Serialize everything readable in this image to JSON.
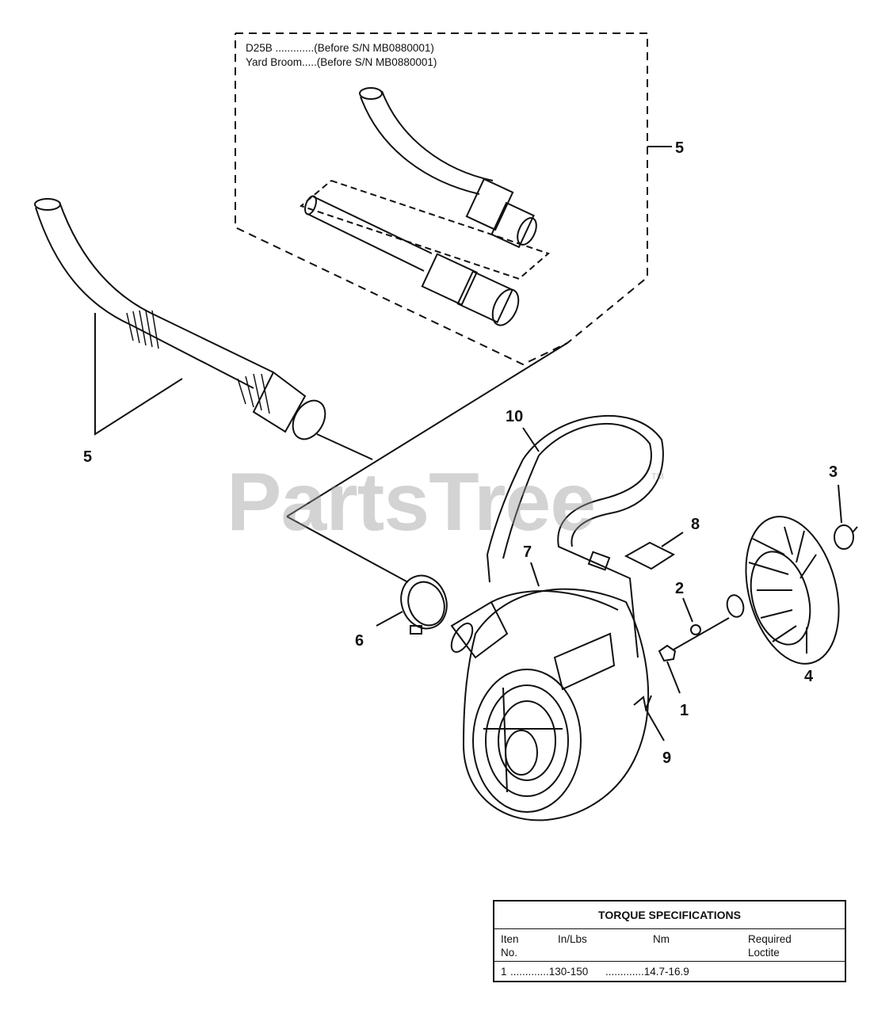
{
  "inset": {
    "line1": "D25B .............(Before S/N MB0880001)",
    "line2": "Yard Broom.....(Before S/N MB0880001)"
  },
  "callouts": {
    "c5_inset": "5",
    "c5_hose": "5",
    "c10": "10",
    "c7": "7",
    "c8": "8",
    "c3": "3",
    "c2": "2",
    "c6": "6",
    "c1": "1",
    "c4": "4",
    "c9": "9"
  },
  "watermark": {
    "text": "PartsTree",
    "tm": "TM"
  },
  "torque": {
    "title": "TORQUE SPECIFICATIONS",
    "headers": {
      "item_line1": "Iten",
      "item_line2": "No.",
      "inlbs": "In/Lbs",
      "nm": "Nm",
      "loctite_line1": "Required",
      "loctite_line2": "Loctite"
    },
    "rows": [
      {
        "item": "1",
        "inlbs": ".............130-150",
        "nm": ".............14.7-16.9",
        "loctite": ""
      }
    ]
  }
}
